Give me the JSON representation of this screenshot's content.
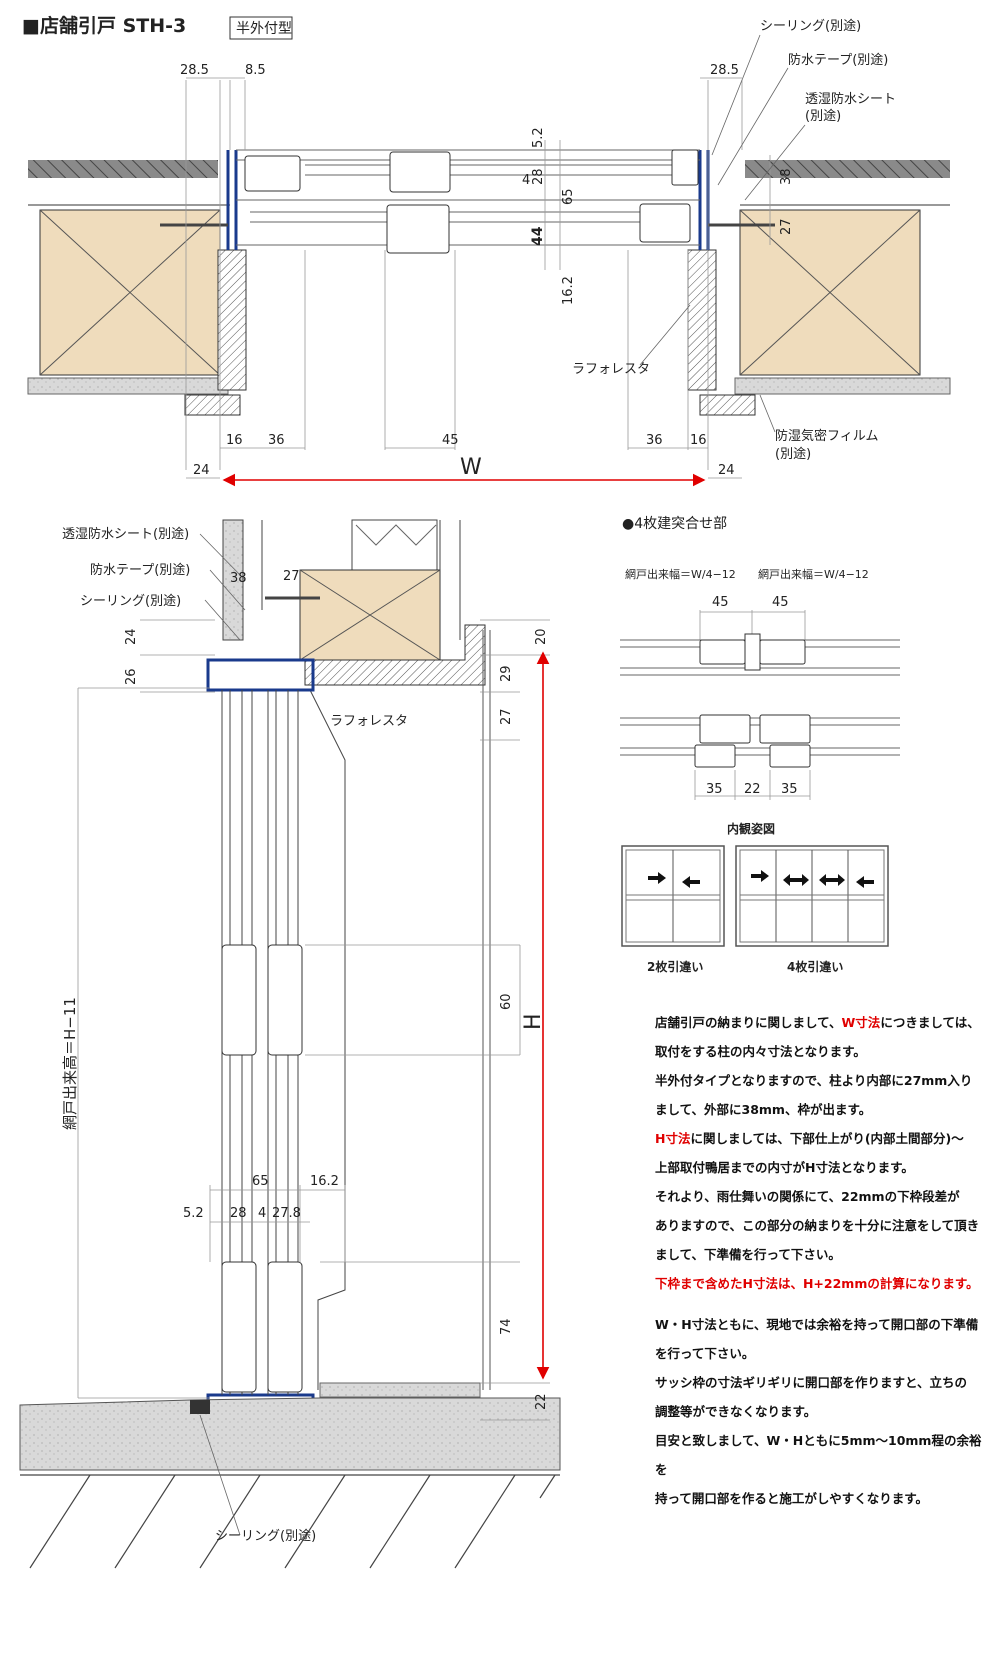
{
  "title": "■店舗引戸 STH-3",
  "type_badge": "半外付型",
  "plan": {
    "dims_top_left": [
      "28.5",
      "8.5"
    ],
    "dim_top_right": "28.5",
    "dims_center": [
      "5.2",
      "28",
      "4",
      "65",
      "38",
      "27",
      "44",
      "16.2"
    ],
    "dims_bottom": [
      "16",
      "36",
      "45",
      "36",
      "16"
    ],
    "dims_edge": [
      "24",
      "24"
    ],
    "width_label": "W",
    "labels": {
      "sealing": "シーリング(別途)",
      "waterproof_tape": "防水テープ(別途)",
      "breathable_sheet_1": "透湿防水シート",
      "breathable_sheet_2": "(別途)",
      "laforesta": "ラフォレスタ",
      "vapor_film_1": "防湿気密フィルム",
      "vapor_film_2": "(別途)"
    }
  },
  "section": {
    "labels": {
      "breathable_sheet": "透湿防水シート(別途)",
      "waterproof_tape": "防水テープ(別途)",
      "sealing": "シーリング(別途)",
      "laforesta": "ラフォレスタ",
      "sealing_bottom": "シーリング(別途)",
      "screen_height": "網戸出来高＝H−11",
      "height_label": "H"
    },
    "dims": [
      "38",
      "27",
      "24",
      "26",
      "20",
      "29",
      "27",
      "60",
      "65",
      "16.2",
      "5.2",
      "28",
      "4",
      "27.8",
      "74",
      "22"
    ]
  },
  "detail": {
    "title": "●4枚建突合せ部",
    "screen_width_1": "網戸出来幅＝W/4−12",
    "screen_width_2": "網戸出来幅＝W/4−12",
    "dims_top": [
      "45",
      "45"
    ],
    "dims_bottom": [
      "35",
      "22",
      "35"
    ]
  },
  "elevation": {
    "title": "内観姿図",
    "caption_2": "2枚引違い",
    "caption_4": "4枚引違い"
  },
  "notes": {
    "n1_a": "店舗引戸の納まりに関しまして、",
    "n1_b": "W寸法",
    "n1_c": "につきましては、",
    "n2": "取付をする柱の内々寸法となります。",
    "n3": "半外付タイプとなりますので、柱より内部に27mm入り",
    "n4": "まして、外部に38mm、枠が出ます。",
    "n5_a": "H寸法",
    "n5_b": "に関しましては、下部仕上がり(内部土間部分)〜",
    "n6": "上部取付鴨居までの内寸がH寸法となります。",
    "n7": "それより、雨仕舞いの関係にて、22mmの下枠段差が",
    "n8": "ありますので、この部分の納まりを十分に注意をして頂き",
    "n9": "まして、下準備を行って下さい。",
    "n10": "下枠まで含めたH寸法は、H+22mmの計算になります。",
    "n11": "W・H寸法ともに、現地では余裕を持って開口部の下準備",
    "n12": "を行って下さい。",
    "n13": "サッシ枠の寸法ギリギリに開口部を作りますと、立ちの",
    "n14": "調整等ができなくなります。",
    "n15": "目安と致しまして、W・Hともに5mm〜10mm程の余裕を",
    "n16": "持って開口部を作ると施工がしやすくなります。"
  },
  "colors": {
    "frame_blue": "#1a3a8c",
    "wood": "#efdcbc",
    "concrete": "#d8d8d8",
    "red": "#e00000"
  }
}
